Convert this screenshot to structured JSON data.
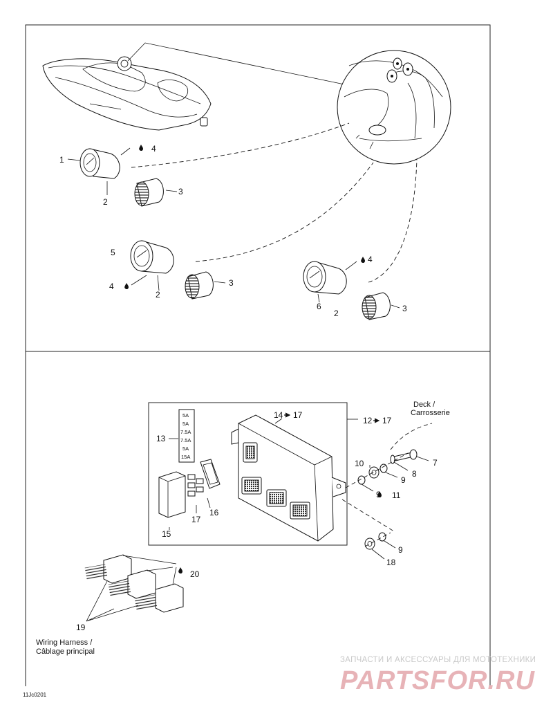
{
  "diagram": {
    "image_code": "11Jc0201",
    "callouts": {
      "top": [
        "1",
        "2",
        "3",
        "4",
        "5",
        "4",
        "2",
        "3",
        "4",
        "6",
        "2",
        "3"
      ],
      "bottom": [
        "14",
        "17",
        "12",
        "17",
        "13",
        "15",
        "17",
        "16",
        "7",
        "8",
        "10",
        "9",
        "9",
        "11",
        "9",
        "18",
        "19",
        "20"
      ]
    },
    "fuse_ratings": [
      "5A",
      "5A",
      "7.5A",
      "7.5A",
      "5A",
      "15A"
    ],
    "deck_note": [
      "Deck /",
      "Carrosserie"
    ],
    "harness_note": [
      "Wiring Harness /",
      "Câblage principal"
    ]
  },
  "watermark": {
    "line1": "ЗАПЧАСТИ И АКСЕССУАРЫ ДЛЯ МОТОТЕХНИКИ",
    "line2": "PARTSFOR.RU"
  }
}
